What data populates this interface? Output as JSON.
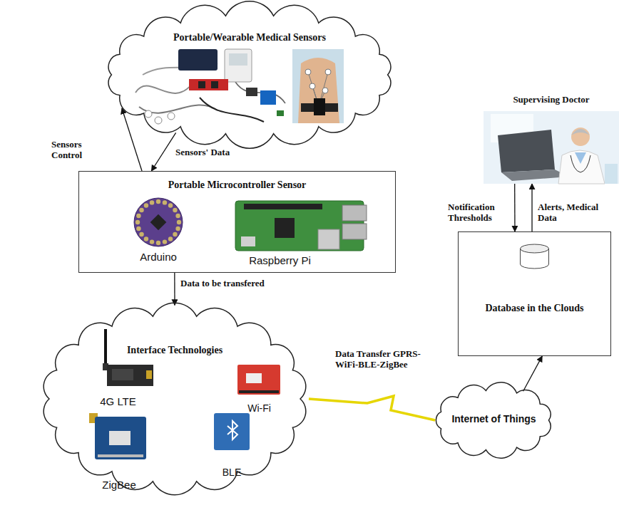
{
  "diagram": {
    "nodes": [
      {
        "text": [
          "Portable/Wearable Medical Sensors"
        ]
      },
      {
        "text": [
          "Portable Microcontroller Sensor"
        ]
      },
      {
        "text": [
          "Interface Technologies"
        ]
      },
      {
        "text": [
          "Internet of Things"
        ]
      },
      {
        "text": [
          "Database in the Clouds"
        ]
      },
      {
        "text": [
          "Supervising Doctor"
        ]
      }
    ],
    "edges": [
      {
        "from": 1,
        "to": 0,
        "arrow": "to",
        "label": "Sensors Control"
      },
      {
        "from": 0,
        "to": 1,
        "arrow": "to",
        "label": "Sensors' Data"
      },
      {
        "from": 1,
        "to": 2,
        "arrow": "to",
        "label": "Data to be transfered"
      },
      {
        "from": 2,
        "to": 3,
        "arrow": "none",
        "label": "Data Transfer GPRS-WiFi-BLE-ZigBee"
      },
      {
        "from": 3,
        "to": 4,
        "arrow": "to"
      },
      {
        "from": 5,
        "to": 4,
        "arrow": "to",
        "label": "Notification Thresholds"
      },
      {
        "from": 4,
        "to": 5,
        "arrow": "to",
        "label": "Alerts, Medical Data"
      }
    ],
    "labels": [
      "Arduino",
      "Raspberry Pi",
      "4G LTE",
      "Wi-Fi",
      "ZigBee",
      "BLE"
    ]
  }
}
